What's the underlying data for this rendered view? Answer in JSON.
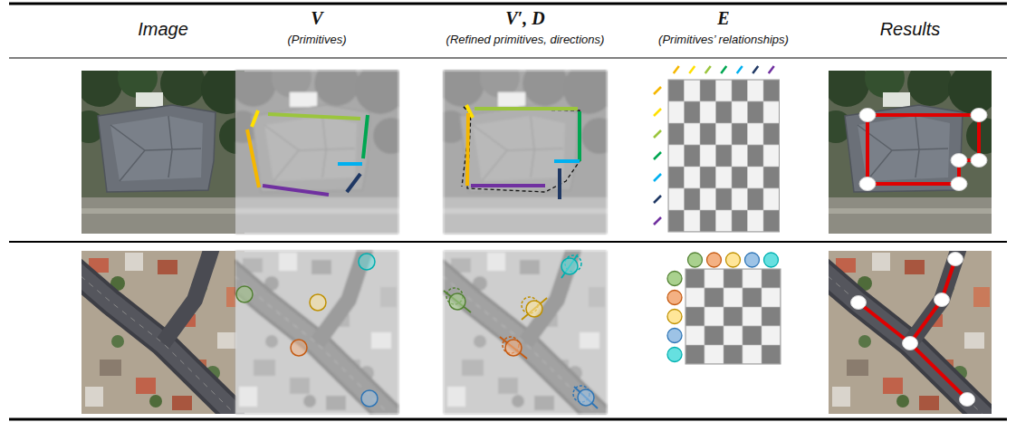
{
  "diagram": {
    "labels": [
      "Image",
      "V",
      "(Primitives)",
      "V′, D",
      "(Refined primitives, directions)",
      "E",
      "(Primitives’ relationships)",
      "Results"
    ]
  }
}
